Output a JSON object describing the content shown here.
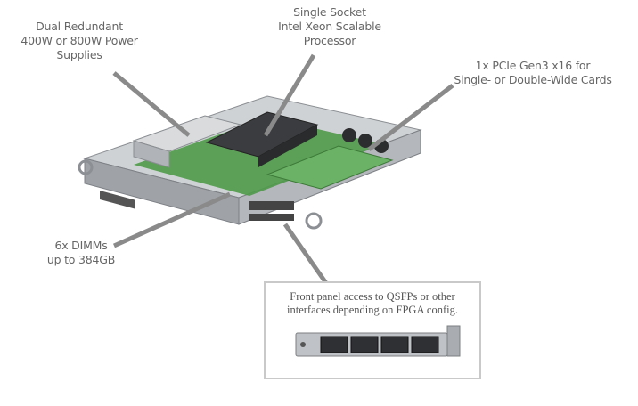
{
  "callouts": {
    "psu": [
      "Dual Redundant",
      "400W or 800W Power",
      "Supplies"
    ],
    "cpu": [
      "Single Socket",
      "Intel Xeon Scalable",
      "Processor"
    ],
    "pcie": [
      "1x PCIe Gen3 x16 for",
      "Single- or Double-Wide Cards"
    ],
    "dimm": [
      "6x DIMMs",
      "up to 384GB"
    ]
  },
  "front_panel": {
    "text": [
      "Front panel access to QSFPs or other",
      "interfaces depending on FPGA config."
    ]
  },
  "colors": {
    "callout_text": "#666666",
    "leader_line": "#8a8a8a",
    "chassis": "#b9bcc0",
    "pcb_green": "#4f9a4a",
    "box_border": "#c9c9c9"
  }
}
